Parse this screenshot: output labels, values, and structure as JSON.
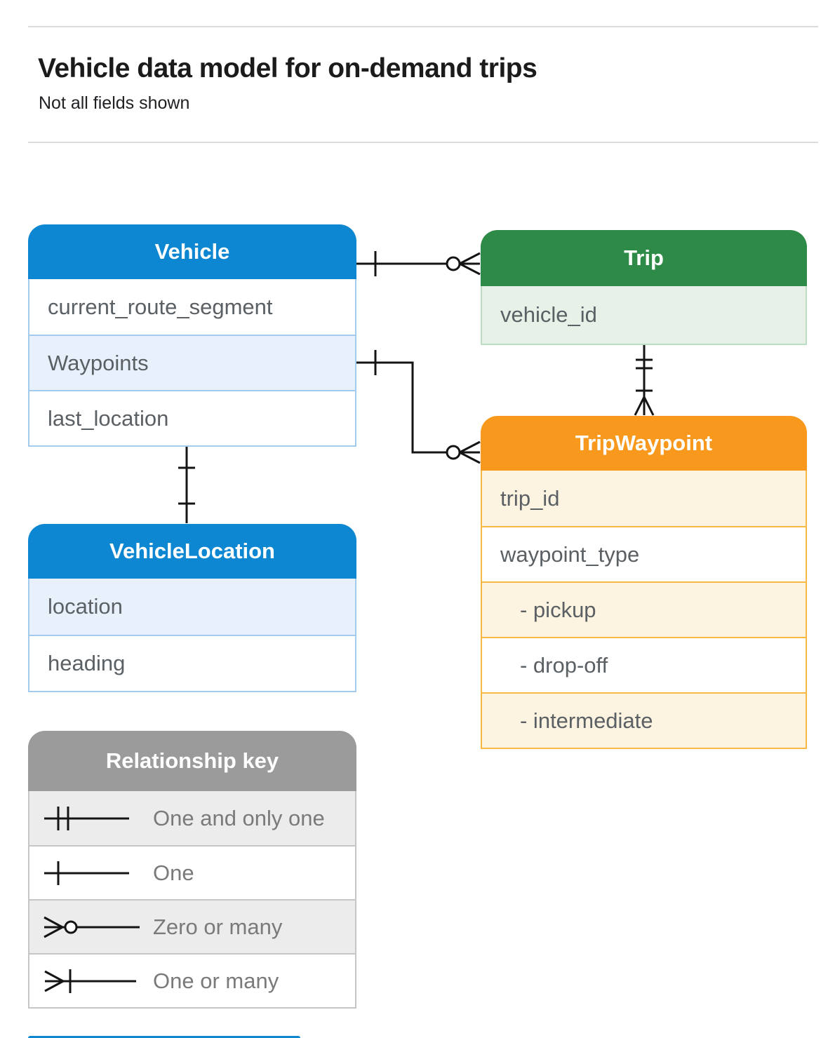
{
  "header": {
    "title": "Vehicle data model for on-demand trips",
    "subtitle": "Not all fields shown"
  },
  "entities": {
    "vehicle": {
      "title": "Vehicle",
      "fields": [
        "current_route_segment",
        "Waypoints",
        "last_location"
      ]
    },
    "trip": {
      "title": "Trip",
      "fields": [
        "vehicle_id"
      ]
    },
    "trip_waypoint": {
      "title": "TripWaypoint",
      "fields": [
        "trip_id",
        "waypoint_type",
        "- pickup",
        "- drop-off",
        "- intermediate"
      ]
    },
    "vehicle_location": {
      "title": "VehicleLocation",
      "fields": [
        "location",
        "heading"
      ]
    }
  },
  "relationships": [
    {
      "from": "Vehicle",
      "to": "Trip",
      "from_cardinality": "one",
      "to_cardinality": "zero-or-many"
    },
    {
      "from": "Vehicle.Waypoints",
      "to": "TripWaypoint",
      "from_cardinality": "one",
      "to_cardinality": "zero-or-many"
    },
    {
      "from": "Trip",
      "to": "TripWaypoint",
      "from_cardinality": "one-and-only-one",
      "to_cardinality": "one-or-many"
    },
    {
      "from": "Vehicle",
      "to": "VehicleLocation",
      "from_cardinality": "one",
      "to_cardinality": "one"
    }
  ],
  "legend": {
    "title": "Relationship key",
    "items": [
      {
        "label": "One and only one",
        "symbol": "one-and-only-one"
      },
      {
        "label": "One",
        "symbol": "one"
      },
      {
        "label": "Zero or many",
        "symbol": "zero-or-many"
      },
      {
        "label": "One or many",
        "symbol": "one-or-many"
      }
    ]
  },
  "colors": {
    "blue_header": "#0d87d1",
    "blue_row": "#e8f1fb",
    "blue_border": "#a3cbee",
    "green_header": "#2e8a47",
    "green_row": "#e7f1e8",
    "green_border": "#bcdcc3",
    "orange_header": "#f8991d",
    "orange_row": "#fdf3e1",
    "orange_border": "#f7b844",
    "gray_header": "#9b9b9b",
    "gray_row": "#ececec",
    "gray_border": "#c6c6c6",
    "connector": "#141414",
    "title_text": "#1b1b1b",
    "row_text": "#5b6065"
  }
}
